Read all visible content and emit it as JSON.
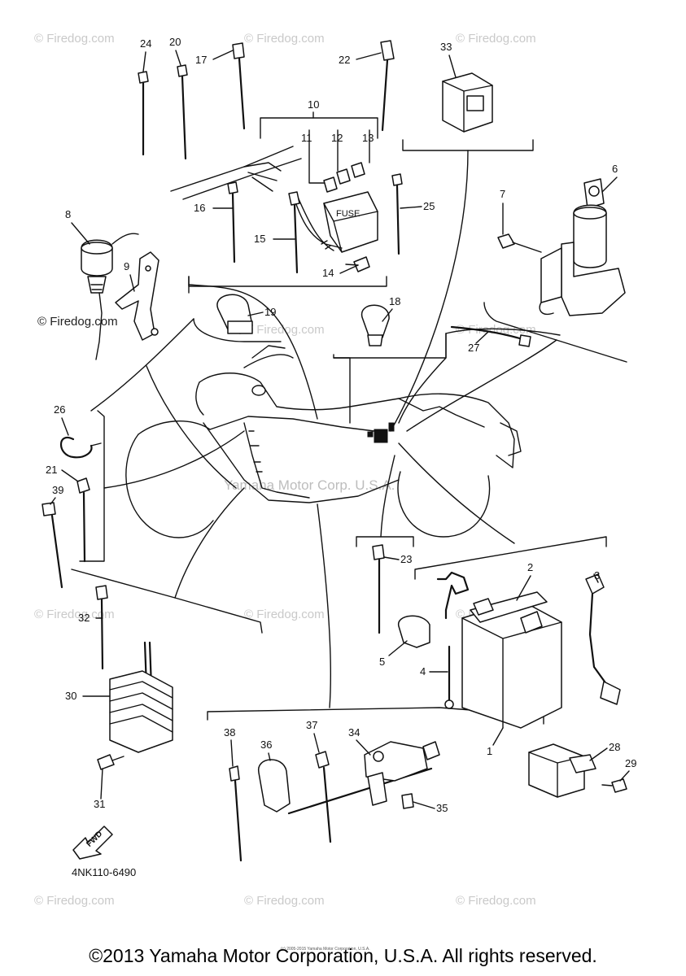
{
  "diagram": {
    "part_code": "4NK110-6490",
    "fwd_label": "FWD",
    "fuse_label": "FUSE",
    "center_watermark": "Yamaha Motor Corp. U.S.A.",
    "watermark": "© Firedog.com",
    "small_credit": "(c) 2005-2015 Yamaha Motor Corporation, U.S.A.",
    "callouts": [
      "1",
      "2",
      "3",
      "4",
      "5",
      "6",
      "7",
      "8",
      "9",
      "10",
      "11",
      "12",
      "13",
      "14",
      "15",
      "16",
      "17",
      "18",
      "19",
      "20",
      "21",
      "22",
      "23",
      "24",
      "25",
      "26",
      "27",
      "28",
      "29",
      "30",
      "31",
      "32",
      "33",
      "34",
      "35",
      "36",
      "37",
      "38",
      "39"
    ]
  },
  "footer": {
    "copyright": "©2013 Yamaha Motor Corporation, U.S.A. All rights reserved."
  }
}
